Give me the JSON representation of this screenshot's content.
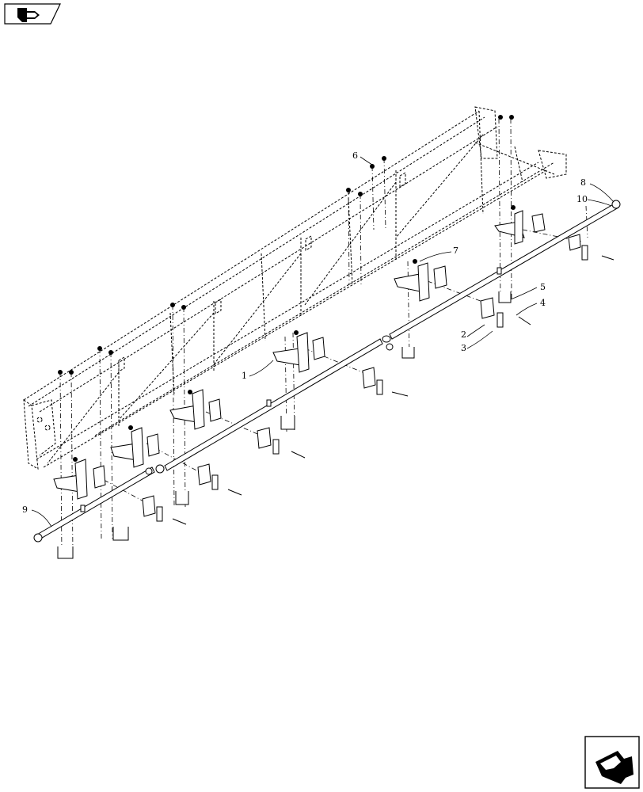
{
  "callouts": {
    "c1": "1",
    "c2": "2",
    "c3": "3",
    "c4": "4",
    "c5": "5",
    "c6": "6",
    "c7": "7",
    "c8": "8",
    "c9": "9",
    "c10": "10"
  },
  "icons": {
    "top_left": "back-arrow-icon",
    "bottom_right": "next-arrow-icon"
  }
}
